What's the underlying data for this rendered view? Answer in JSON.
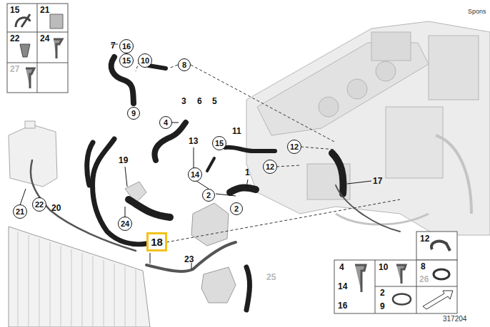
{
  "diagram": {
    "nodes": [
      {
        "text": [
          "15"
        ]
      },
      {
        "text": [
          "21"
        ]
      },
      {
        "text": [
          "22"
        ]
      },
      {
        "text": [
          "24"
        ]
      },
      {
        "text": [
          "27"
        ]
      },
      {
        "text": [
          "16"
        ]
      },
      {
        "text": [
          "15"
        ]
      },
      {
        "text": [
          "10"
        ]
      },
      {
        "text": [
          "8"
        ]
      },
      {
        "text": [
          "9"
        ]
      },
      {
        "text": [
          "4"
        ]
      },
      {
        "text": [
          "15"
        ]
      },
      {
        "text": [
          "12"
        ]
      },
      {
        "text": [
          "12"
        ]
      },
      {
        "text": [
          "14"
        ]
      },
      {
        "text": [
          "2"
        ]
      },
      {
        "text": [
          "2"
        ]
      },
      {
        "text": [
          "21"
        ]
      },
      {
        "text": [
          "22"
        ]
      },
      {
        "text": [
          "24"
        ]
      },
      {
        "text": [
          "18"
        ]
      },
      {
        "text": [
          "12"
        ]
      },
      {
        "text": [
          "4",
          "14",
          "16"
        ]
      },
      {
        "text": [
          "10"
        ]
      },
      {
        "text": [
          "8",
          "26"
        ]
      },
      {
        "text": [
          "2",
          "9"
        ]
      }
    ],
    "labels": [
      "Spons",
      "7",
      "3",
      "6",
      "5",
      "11",
      "13",
      "1",
      "17",
      "19",
      "20",
      "23",
      "25",
      "317204"
    ]
  }
}
